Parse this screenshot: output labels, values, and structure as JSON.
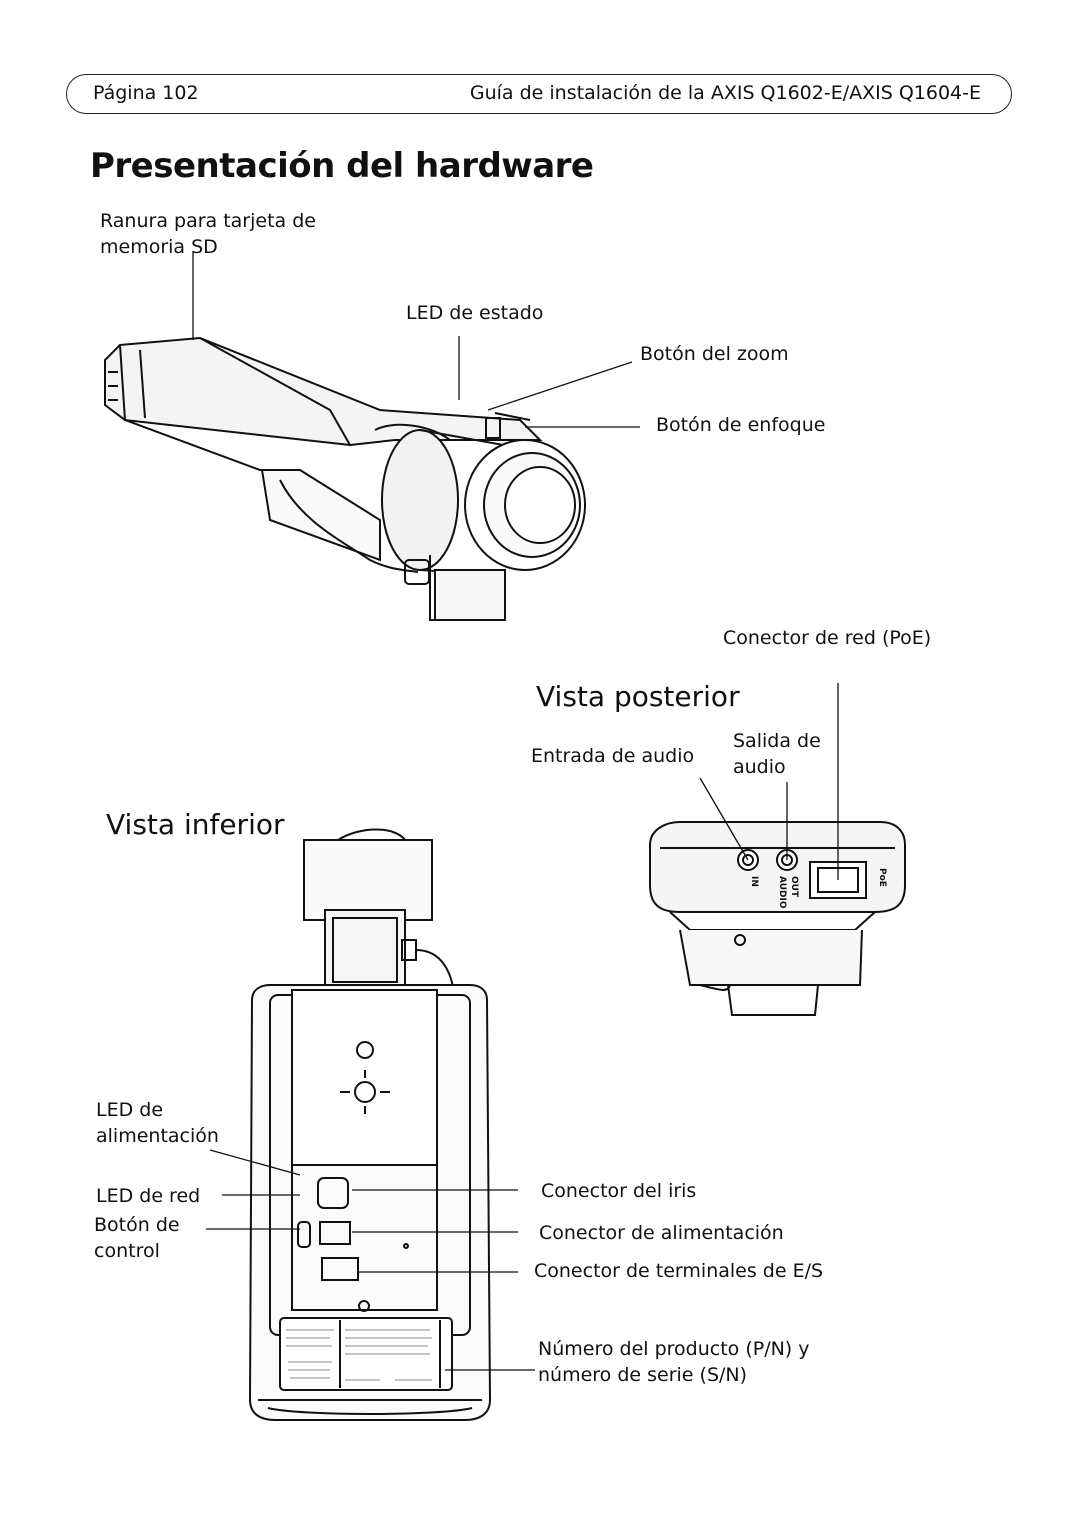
{
  "header": {
    "page": "Página 102",
    "guide": "Guía de instalación de la AXIS Q1602-E/AXIS Q1604-E"
  },
  "title": "Presentación del hardware",
  "front": {
    "sd_slot": "Ranura para tarjeta de\nmemoria SD",
    "status_led": "LED de estado",
    "zoom_button": "Botón del zoom",
    "focus_button": "Botón de enfoque"
  },
  "rear": {
    "heading": "Vista posterior",
    "network_connector": "Conector de red (PoE)",
    "audio_in": "Entrada de audio",
    "audio_out": "Salida de\naudio",
    "port_in": "IN",
    "port_out": "OUT",
    "port_audio": "AUDIO",
    "port_poe": "PoE"
  },
  "bottom": {
    "heading": "Vista inferior",
    "power_led": "LED de\nalimentación",
    "network_led": "LED de red",
    "control_button": "Botón de\ncontrol",
    "iris_connector": "Conector del iris",
    "power_connector": "Conector de alimentación",
    "io_connector": "Conector de terminales de E/S",
    "serial": "Número del producto (P/N) y\nnúmero de serie (S/N)"
  }
}
